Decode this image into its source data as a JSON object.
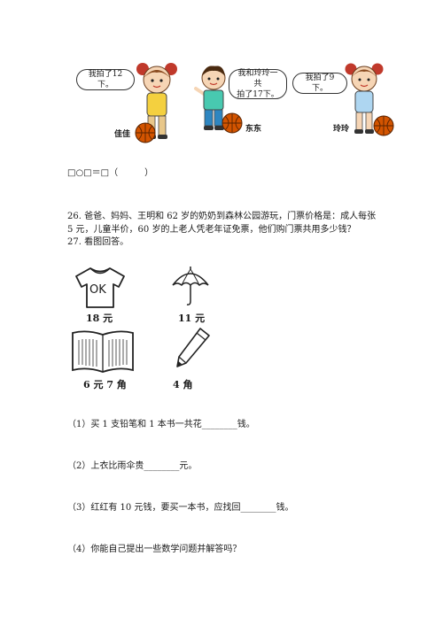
{
  "illustration": {
    "jiajia": {
      "speech": "我拍了12下。",
      "name": "佳佳"
    },
    "dongdong": {
      "speech_line1": "我和玲玲一共",
      "speech_line2": "拍了17下。",
      "name": "东东"
    },
    "lingling": {
      "speech": "我拍了9下。",
      "name": "玲玲"
    }
  },
  "equation": {
    "text": "□○□＝□（　　　）"
  },
  "q26": {
    "line1": "26. 爸爸、妈妈、王明和 62 岁的奶奶到森林公园游玩，门票价格是：成人每张",
    "line2": "5 元，儿童半价，60 岁的上老人凭老年证免票，他们购门票共用多少钱？"
  },
  "q27": {
    "title": "27. 看图回答。",
    "items": {
      "shirt_price": "18 元",
      "umbrella_price": "11 元",
      "book_price": "6 元 7 角",
      "pencil_price": "4 角"
    },
    "sub1": "（1）买 1 支铅笔和 1 本书一共花________钱。",
    "sub2": "（2）上衣比雨伞贵________元。",
    "sub3": "（3）红红有 10 元钱，要买一本书，应找回________钱。",
    "sub4": "（4）你能自己提出一些数学问题并解答吗？",
    "shirt_label": "OK"
  }
}
